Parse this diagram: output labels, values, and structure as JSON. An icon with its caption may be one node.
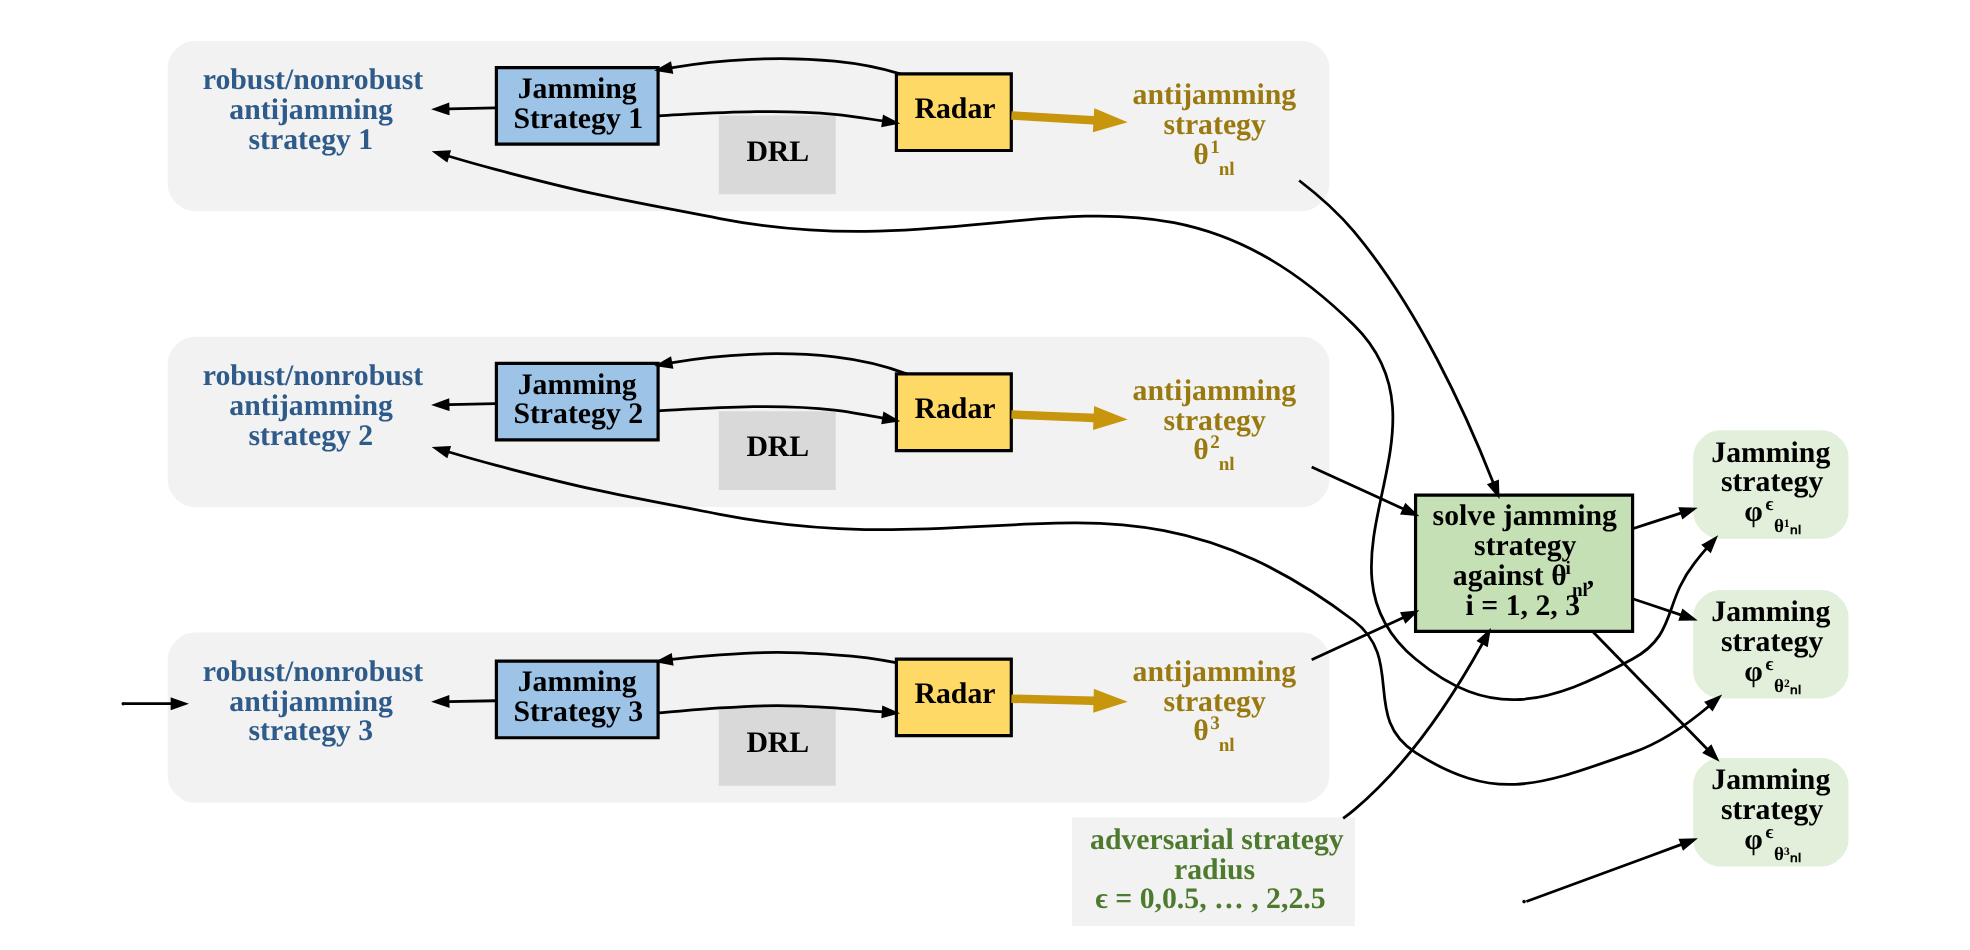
{
  "diagram": {
    "nodes": [
      {
        "text": [],
        "shape": "box"
      },
      {
        "text": [
          "robust/nonrobust antijamming strategy 1"
        ],
        "in": 0
      },
      {
        "text": [
          "Jamming Strategy 1"
        ],
        "in": 0
      },
      {
        "text": [
          "DRL"
        ],
        "in": 0
      },
      {
        "text": [
          "Radar"
        ],
        "in": 0
      },
      {
        "text": [
          "antijamming strategy θ$^{1}$$_{nl}$"
        ],
        "in": 0
      },
      {
        "text": [],
        "shape": "box"
      },
      {
        "text": [
          "robust/nonrobust antijamming strategy 2"
        ],
        "in": 6
      },
      {
        "text": [
          "Jamming Strategy 2"
        ],
        "in": 6
      },
      {
        "text": [
          "DRL"
        ],
        "in": 6
      },
      {
        "text": [
          "Radar"
        ],
        "in": 6
      },
      {
        "text": [
          "antijamming strategy θ$^{2}$$_{nl}$"
        ],
        "in": 6
      },
      {
        "text": [],
        "shape": "box"
      },
      {
        "text": [
          "robust/nonrobust antijamming strategy 3"
        ],
        "in": 12
      },
      {
        "text": [
          "Jamming Strategy 3"
        ],
        "in": 12
      },
      {
        "text": [
          "DRL"
        ],
        "in": 12
      },
      {
        "text": [
          "Radar"
        ],
        "in": 12
      },
      {
        "text": [
          "antijamming strategy θ$^{3}$$_{nl}$"
        ],
        "in": 12
      },
      {
        "text": [
          "adversarial strategy radius",
          "ϵ = 0,0.5, … , 2,2.5"
        ]
      },
      {
        "text": [
          "solve jamming strategy against θ$^{i}$$_{nl}$, i = 1, 2, 3"
        ]
      },
      {
        "text": [
          "Jamming strategy",
          "φ$^{ϵ}$$_{θ¹ₙₗ}$"
        ]
      },
      {
        "text": [
          "Jamming strategy",
          "φ$^{ϵ}$$_{θ²ₙₗ}$"
        ]
      },
      {
        "text": [
          "Jamming strategy",
          "φ$^{ϵ}$$_{θ³ₙₗ}$"
        ]
      }
    ],
    "edges": [
      {
        "from": 2,
        "to": 4,
        "arrow": "to"
      },
      {
        "from": 4,
        "to": 2,
        "arrow": "to"
      },
      {
        "from": 2,
        "to": 1,
        "arrow": "to"
      },
      {
        "from": 4,
        "to": 5,
        "arrow": "to",
        "style": "thick",
        "color": "#c8960c"
      },
      {
        "from": 8,
        "to": 10,
        "arrow": "to"
      },
      {
        "from": 10,
        "to": 8,
        "arrow": "to"
      },
      {
        "from": 8,
        "to": 7,
        "arrow": "to"
      },
      {
        "from": 10,
        "to": 11,
        "arrow": "to",
        "style": "thick",
        "color": "#c8960c"
      },
      {
        "from": 14,
        "to": 16,
        "arrow": "to"
      },
      {
        "from": 16,
        "to": 14,
        "arrow": "to"
      },
      {
        "from": 14,
        "to": 13,
        "arrow": "to"
      },
      {
        "from": 16,
        "to": 17,
        "arrow": "to",
        "style": "thick",
        "color": "#c8960c"
      },
      {
        "from": 5,
        "to": 19,
        "arrow": "to"
      },
      {
        "from": 11,
        "to": 19,
        "arrow": "to"
      },
      {
        "from": 17,
        "to": 19,
        "arrow": "to"
      },
      {
        "from": 18,
        "to": 19,
        "arrow": "to"
      },
      {
        "from": 19,
        "to": 20,
        "arrow": "to"
      },
      {
        "from": 19,
        "to": 21,
        "arrow": "to"
      },
      {
        "from": 19,
        "to": 22,
        "arrow": "to"
      },
      {
        "from": 20,
        "to": 1,
        "arrow": "both"
      },
      {
        "from": 21,
        "to": 7,
        "arrow": "both"
      },
      {
        "from": null,
        "to": 13,
        "arrow": "to"
      },
      {
        "from": null,
        "to": 22,
        "arrow": "to"
      }
    ]
  }
}
